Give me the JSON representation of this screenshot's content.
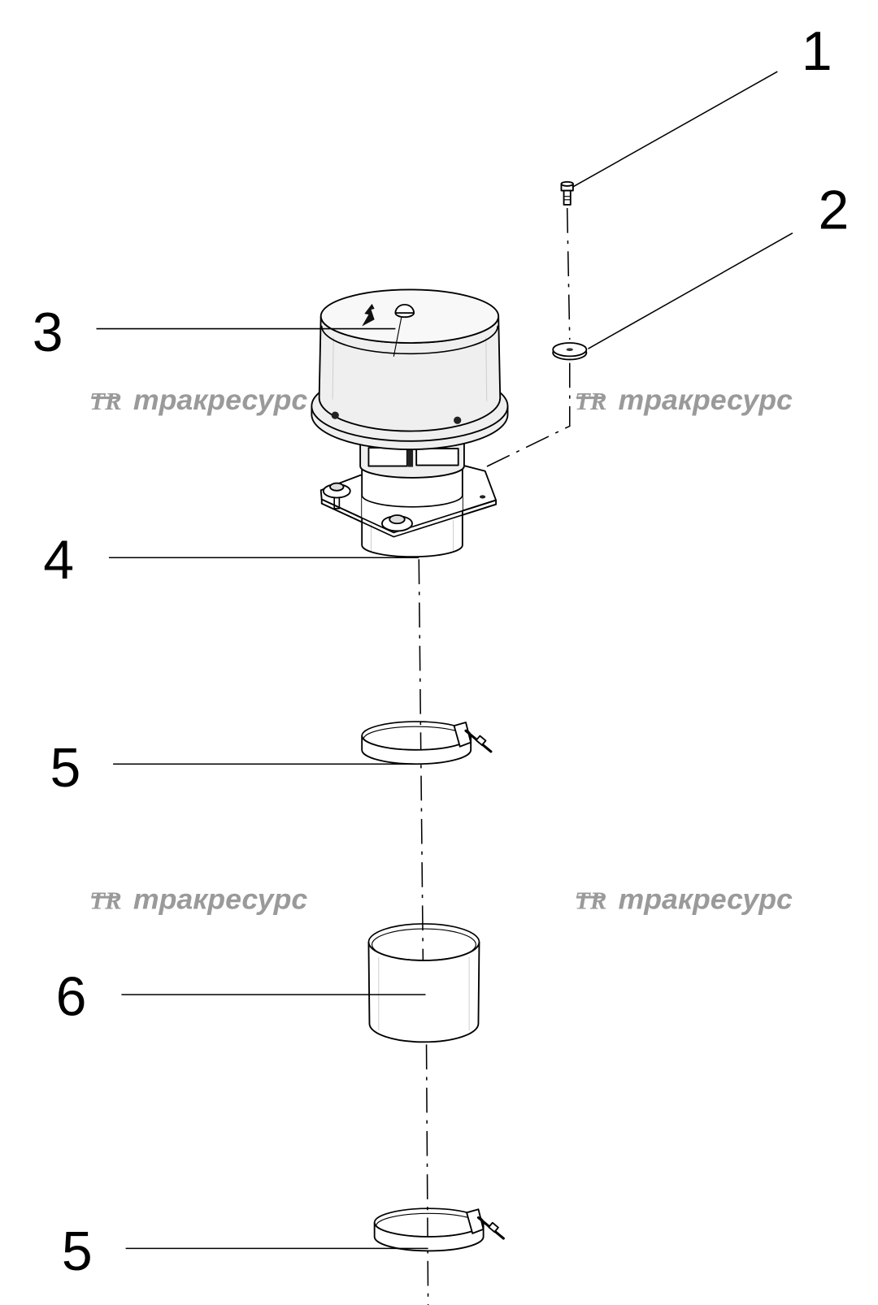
{
  "callouts": [
    "1",
    "2",
    "3",
    "4",
    "5",
    "6",
    "5"
  ],
  "watermark": {
    "logo": "TR",
    "text": "тракресурс"
  },
  "colors": {
    "background": "#ffffff",
    "line": "#000000",
    "watermark": "#9a9a9a",
    "part_fill": "#ffffff",
    "part_shading": "#efefef"
  },
  "line_styles": {
    "center_line": "dash-dot",
    "leader_line": "solid"
  }
}
